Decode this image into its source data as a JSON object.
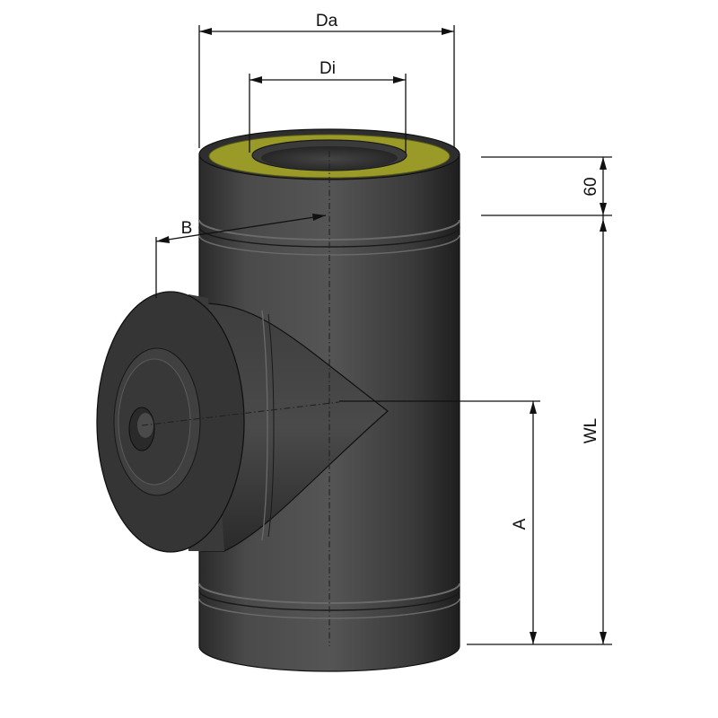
{
  "colors": {
    "pipe_light": "#5a5a5a",
    "pipe_mid": "#3c3c3c",
    "pipe_dark": "#232323",
    "insulation_ring": "#9a9a28",
    "background": "#ffffff"
  },
  "labels": {
    "outer_diameter": "Da",
    "inner_diameter": "Di",
    "branch_offset": "B",
    "top_length": "60",
    "working_length": "WL",
    "branch_height": "A"
  }
}
